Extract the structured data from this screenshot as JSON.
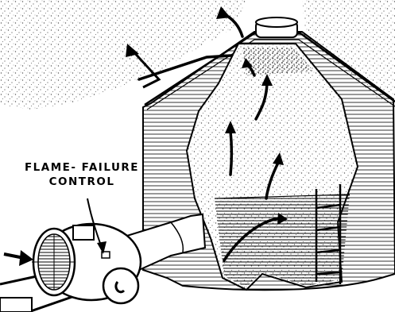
{
  "illustration": {
    "subject": "grain-bin-drying",
    "colors": {
      "ink": "#000000",
      "paper": "#ffffff",
      "stipple": "#6a6a6a"
    }
  },
  "callout": {
    "line1": "FLAME- FAILURE",
    "line2": "CONTROL"
  }
}
